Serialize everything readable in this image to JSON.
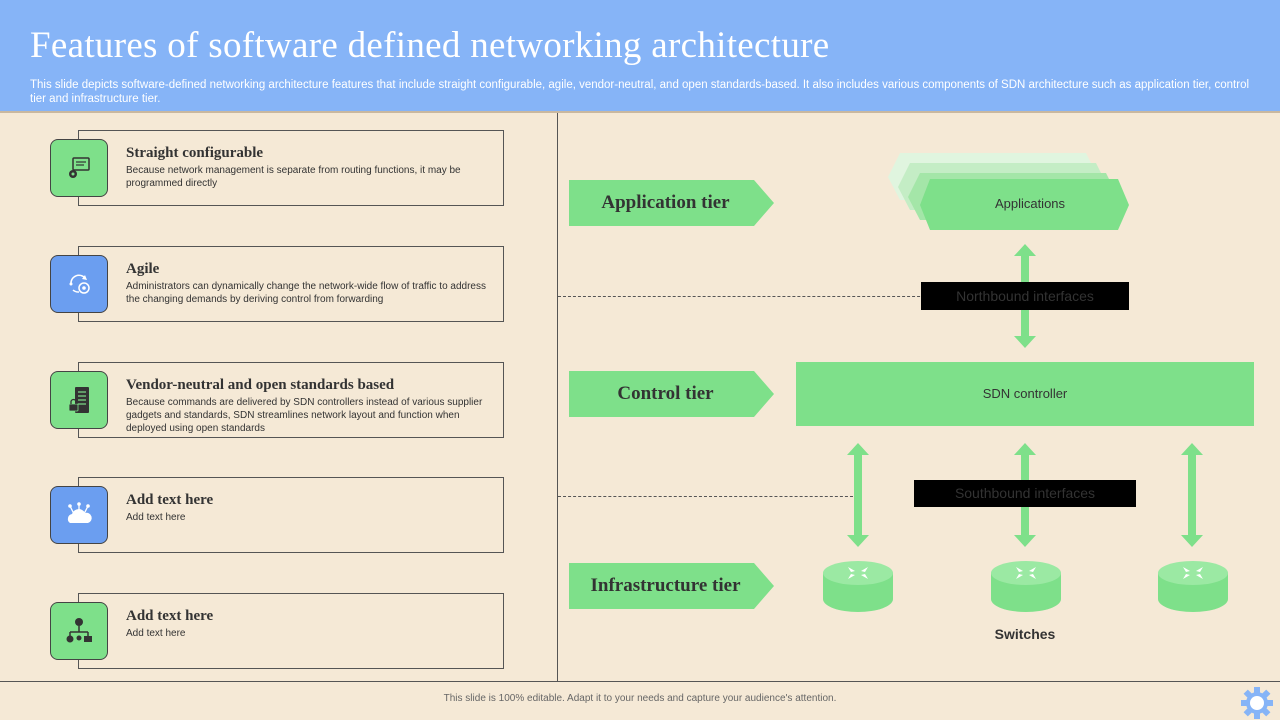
{
  "header": {
    "title": "Features of software defined networking architecture",
    "subtitle": "This slide depicts software-defined networking architecture features that include straight configurable, agile, vendor-neutral, and open standards-based. It also includes various components of SDN architecture such as application tier, control tier and infrastructure tier."
  },
  "features": [
    {
      "title": "Straight configurable",
      "desc": "Because network management is separate from routing functions, it may be programmed directly",
      "icon": "monitor-gear-icon",
      "icon_color": "#7ee08a"
    },
    {
      "title": "Agile",
      "desc": "Administrators can dynamically change the network-wide flow of traffic to address the changing demands by deriving control from forwarding",
      "icon": "cycle-gear-icon",
      "icon_color": "#6b9ef0"
    },
    {
      "title": "Vendor-neutral and open standards based",
      "desc": "Because commands are delivered by SDN  controllers instead of various supplier gadgets and standards, SDN streamlines network layout and function when deployed using open standards",
      "icon": "server-lock-icon",
      "icon_color": "#7ee08a"
    },
    {
      "title": "Add text here",
      "desc": "Add text here",
      "icon": "cloud-network-icon",
      "icon_color": "#6b9ef0"
    },
    {
      "title": "Add text here",
      "desc": "Add text here",
      "icon": "network-nodes-icon",
      "icon_color": "#7ee08a"
    }
  ],
  "tiers": {
    "application": "Application tier",
    "control": "Control tier",
    "infrastructure": "Infrastructure tier"
  },
  "diagram": {
    "applications": "Applications",
    "northbound": "Northbound interfaces",
    "controller": "SDN controller",
    "southbound": "Southbound interfaces",
    "switches": "Switches"
  },
  "footer": "This slide is 100% editable.  Adapt it to your needs and capture your audience's attention.",
  "colors": {
    "header": "#86b4f7",
    "background": "#f5e9d6",
    "green": "#7ee08a",
    "blue": "#6b9ef0"
  }
}
